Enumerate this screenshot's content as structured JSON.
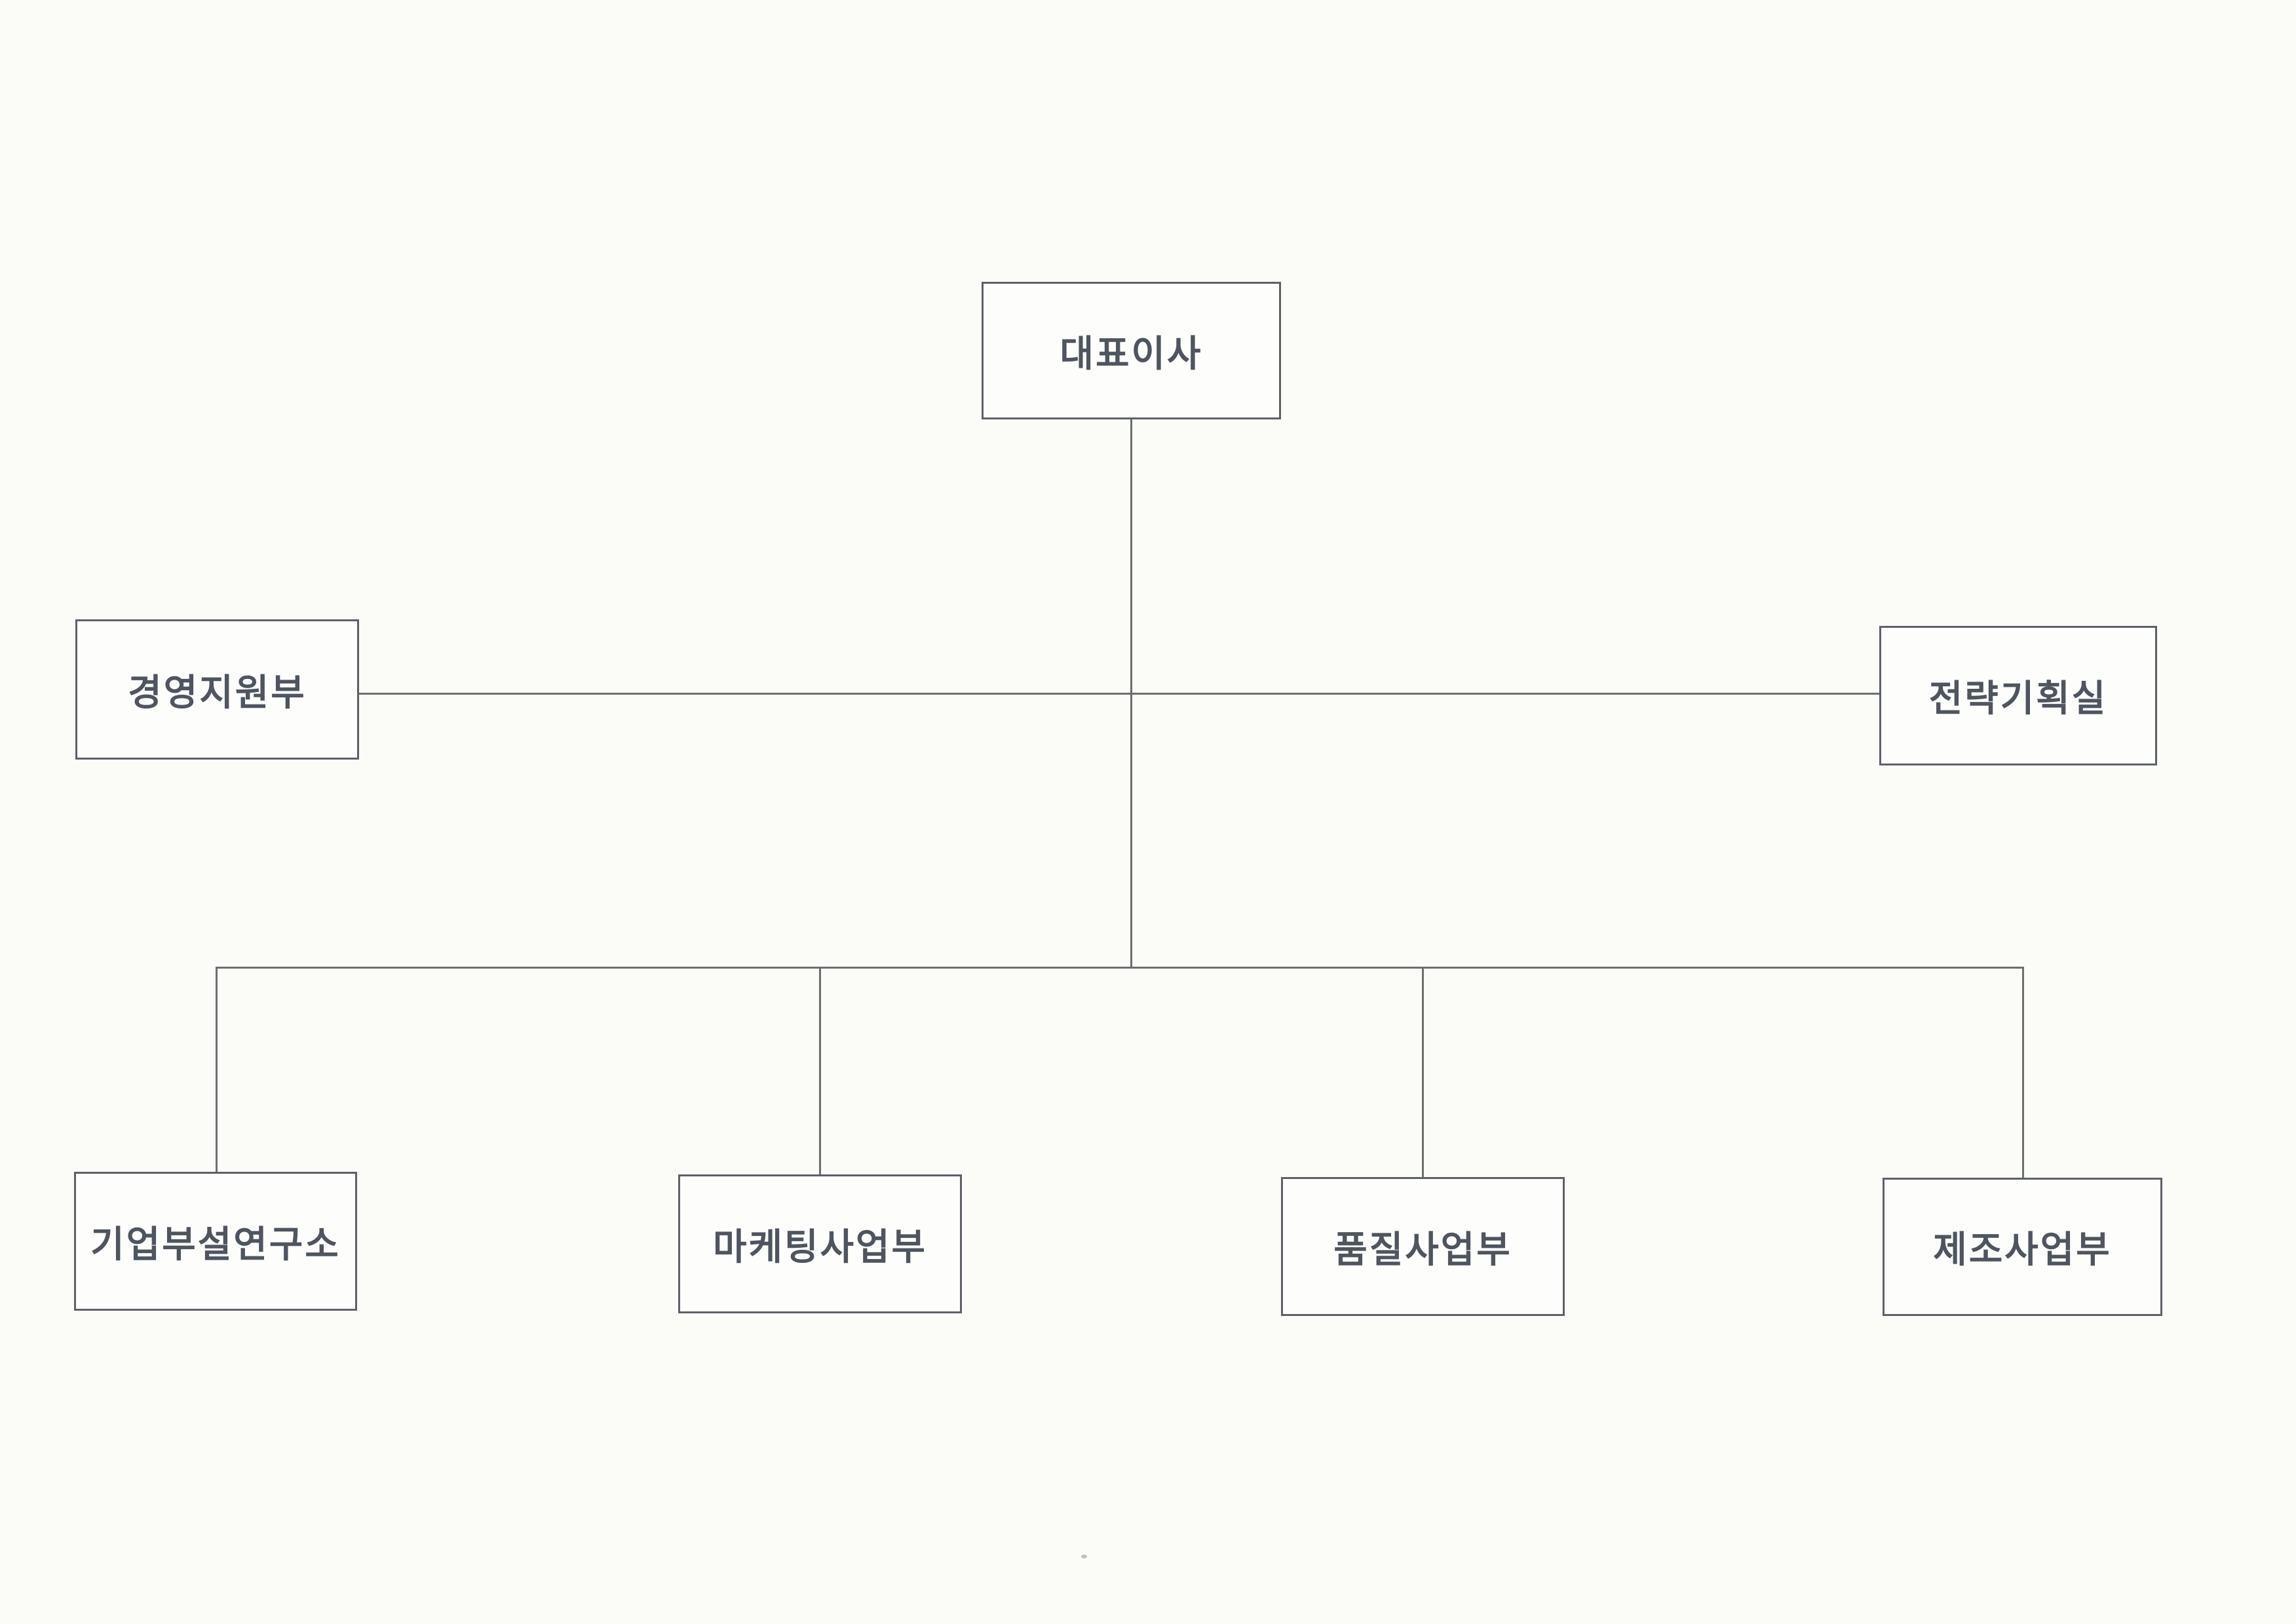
{
  "diagram": {
    "type": "org-chart",
    "root": "대표이사",
    "levels": [
      {
        "name": "top",
        "nodes": [
          "대표이사"
        ]
      },
      {
        "name": "staff",
        "nodes": [
          "경영지원부",
          "전략기획실"
        ]
      },
      {
        "name": "departments",
        "nodes": [
          "기업부설연구소",
          "마케팅사업부",
          "품질사업부",
          "제조사업부"
        ]
      }
    ],
    "edges": [
      [
        "대표이사",
        "경영지원부"
      ],
      [
        "대표이사",
        "전략기획실"
      ],
      [
        "대표이사",
        "기업부설연구소"
      ],
      [
        "대표이사",
        "마케팅사업부"
      ],
      [
        "대표이사",
        "품질사업부"
      ],
      [
        "대표이사",
        "제조사업부"
      ]
    ]
  },
  "nodes": {
    "ceo": {
      "label": "대표이사"
    },
    "management_support": {
      "label": "경영지원부"
    },
    "strategic_planning": {
      "label": "전략기획실"
    },
    "research_institute": {
      "label": "기업부설연구소"
    },
    "marketing_division": {
      "label": "마케팅사업부"
    },
    "quality_division": {
      "label": "품질사업부"
    },
    "manufacturing_division": {
      "label": "제조사업부"
    }
  },
  "colors": {
    "background": "#fbfbf8",
    "box_fill": "#fdfdfc",
    "box_border": "#5d6269",
    "text": "#4f555e",
    "connector": "#6b6f6f"
  }
}
